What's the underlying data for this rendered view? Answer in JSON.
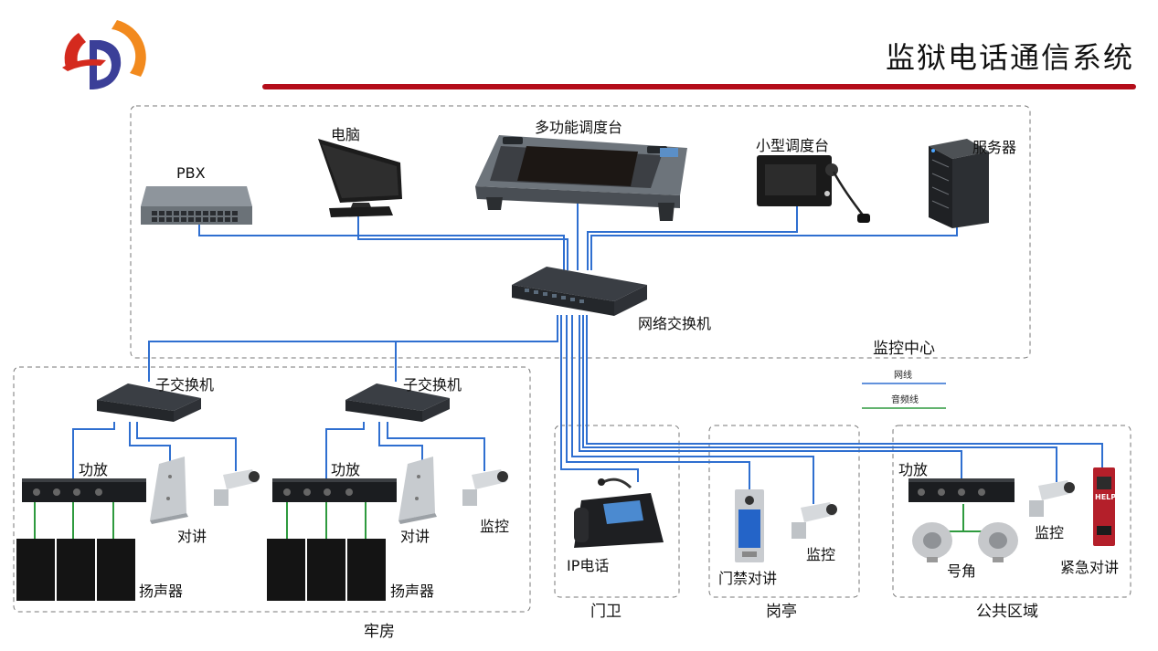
{
  "header": {
    "title": "监狱电话通信系统"
  },
  "colors": {
    "network_line": "#2f6fd0",
    "audio_line": "#2e9a3e",
    "brand_red": "#b40d1a",
    "brand_orange": "#f28a1e",
    "brand_blue": "#3b3f98"
  },
  "center": {
    "area_label": "监控中心",
    "devices": {
      "pbx": "PBX",
      "pc": "电脑",
      "dispatch_console": "多功能调度台",
      "mini_console": "小型调度台",
      "server": "服务器",
      "network_switch": "网络交换机"
    }
  },
  "legend": {
    "network": "网线",
    "audio": "音频线"
  },
  "cell": {
    "area_label": "牢房",
    "sub_switch": "子交换机",
    "amplifier": "功放",
    "intercom": "对讲",
    "monitor": "监控",
    "speaker": "扬声器"
  },
  "guard": {
    "area_label": "门卫",
    "ip_phone": "IP电话"
  },
  "post": {
    "area_label": "岗亭",
    "door_intercom": "门禁对讲",
    "monitor": "监控"
  },
  "public": {
    "area_label": "公共区域",
    "amplifier": "功放",
    "horn": "号角",
    "monitor": "监控",
    "emergency_intercom": "紧急对讲",
    "help_text": "HELP"
  }
}
